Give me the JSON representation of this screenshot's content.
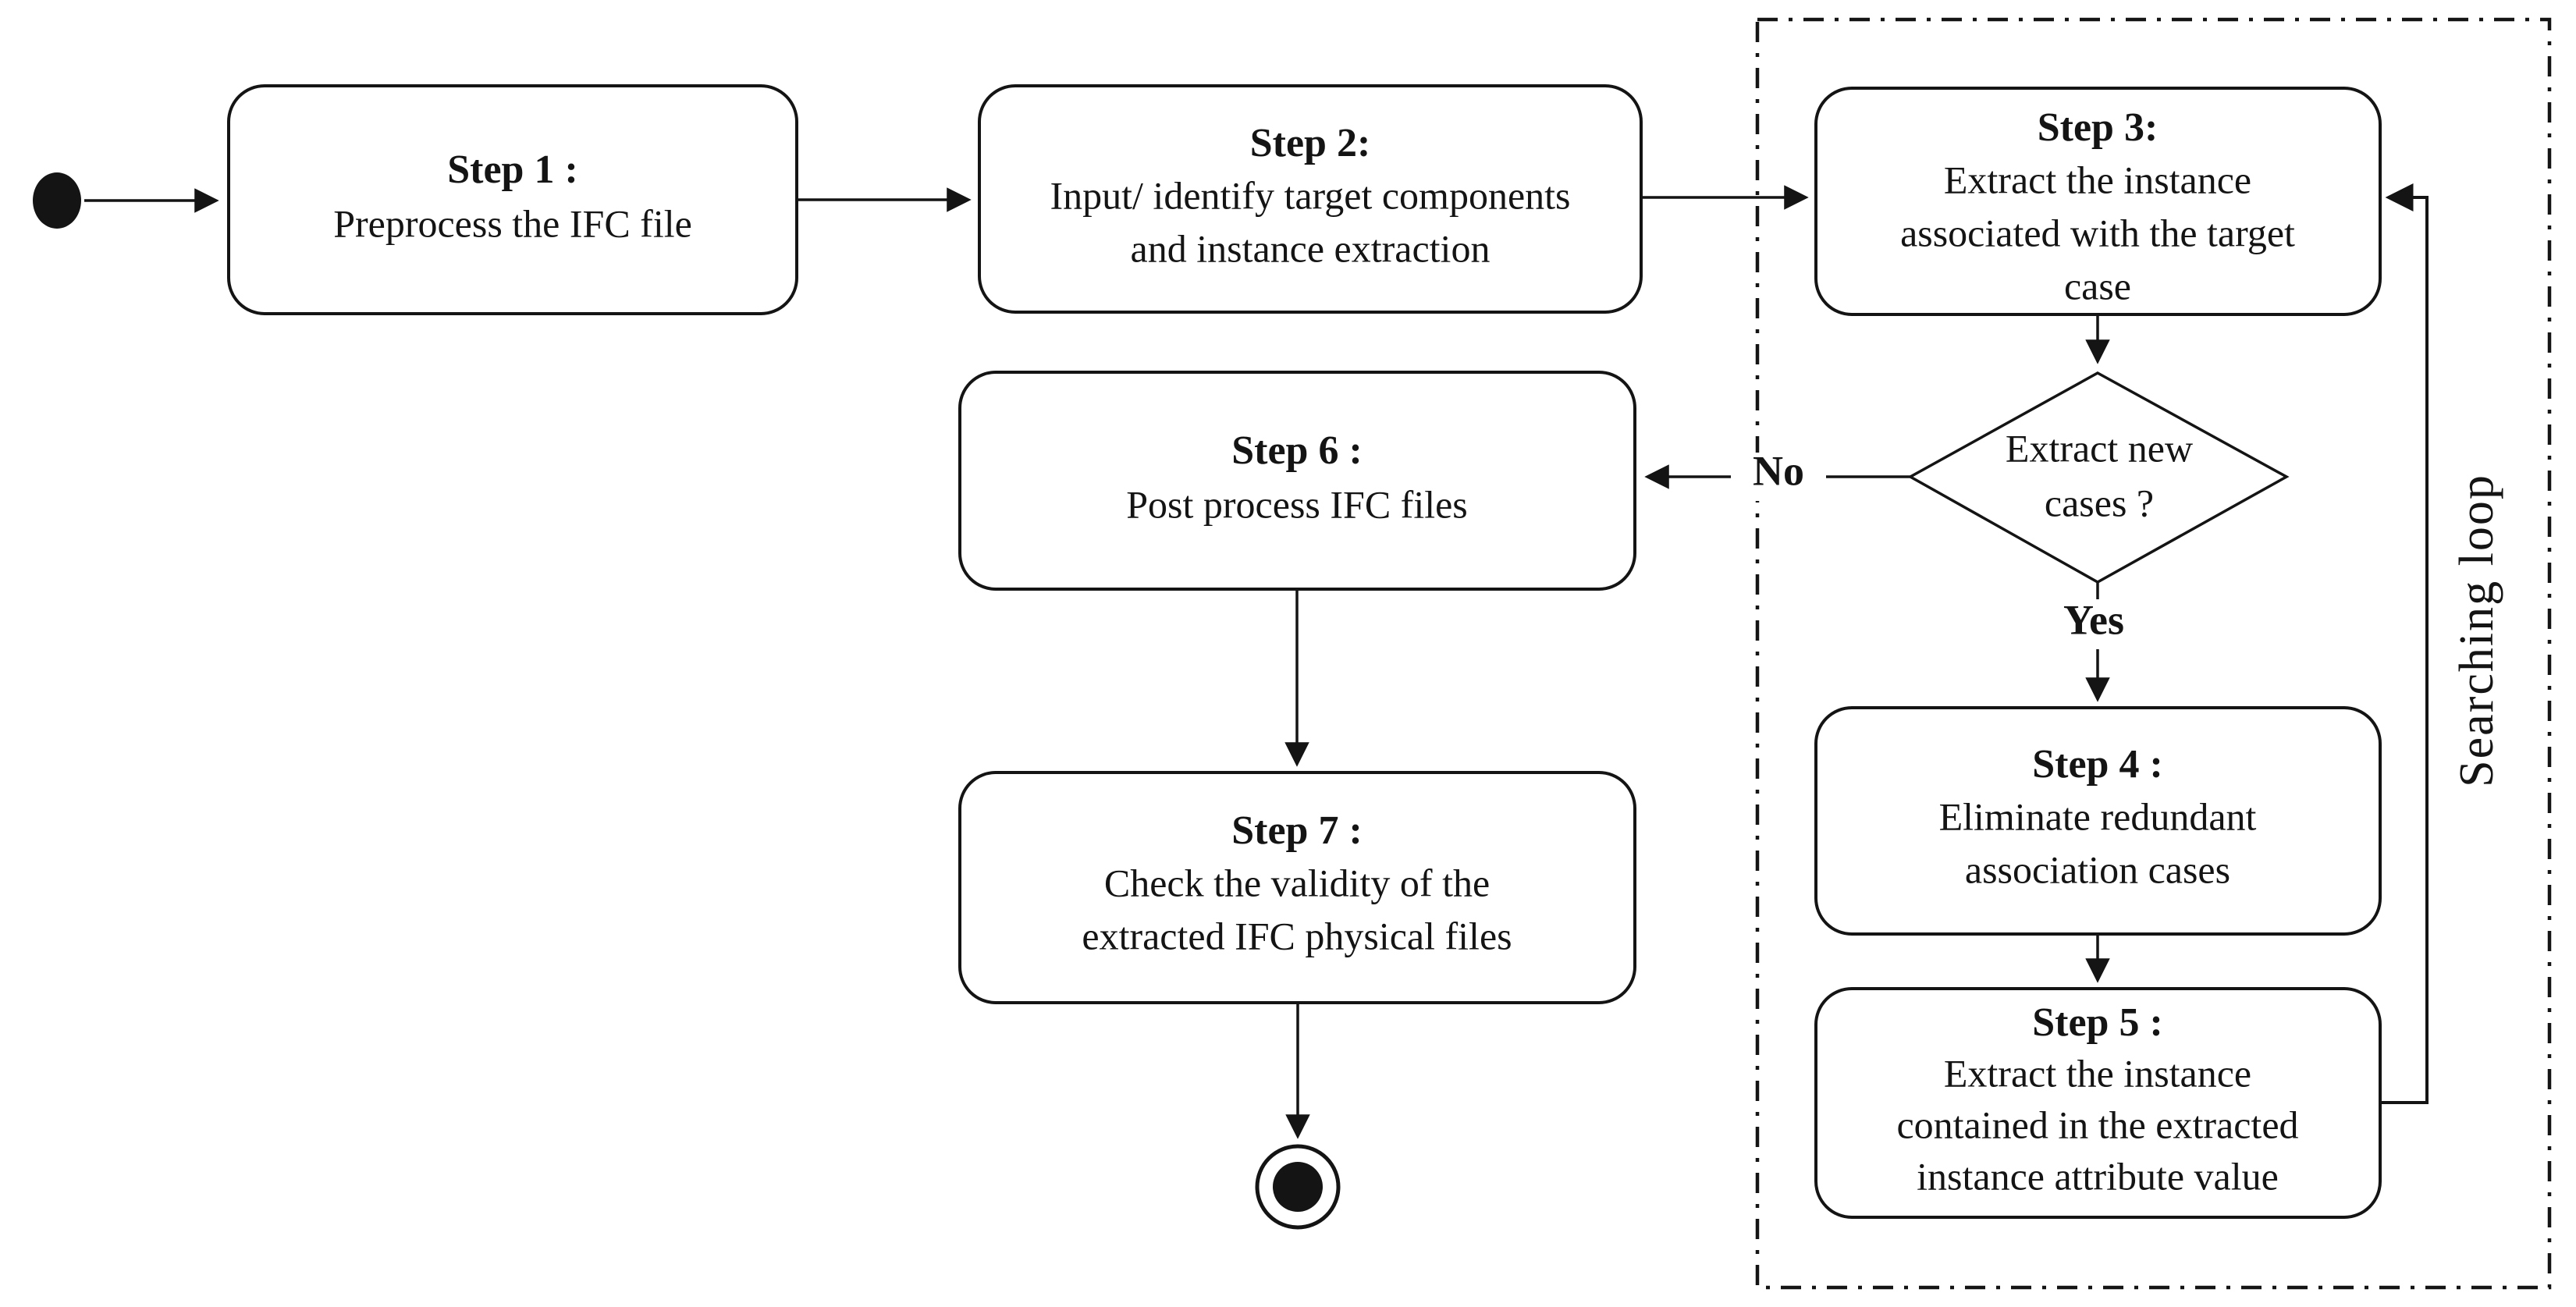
{
  "nodes": {
    "step1": {
      "title": "Step 1 :",
      "lines": [
        "Preprocess the IFC file"
      ]
    },
    "step2": {
      "title": "Step 2:",
      "lines": [
        "Input/ identify target components",
        "and instance extraction"
      ]
    },
    "step3": {
      "title": "Step 3:",
      "lines": [
        "Extract the instance",
        "associated with the target",
        "case"
      ]
    },
    "decision": {
      "lines": [
        "Extract new",
        "cases ?"
      ]
    },
    "step4": {
      "title": "Step 4 :",
      "lines": [
        "Eliminate redundant",
        "association cases"
      ]
    },
    "step5": {
      "title": "Step 5 :",
      "lines": [
        "Extract the instance",
        "contained in the extracted",
        "instance attribute value"
      ]
    },
    "step6": {
      "title": "Step 6 :",
      "lines": [
        "Post process IFC files"
      ]
    },
    "step7": {
      "title": "Step 7 :",
      "lines": [
        "Check the validity of the",
        "extracted IFC physical files"
      ]
    }
  },
  "labels": {
    "yes": "Yes",
    "no": "No",
    "loop_region": "Searching  loop"
  },
  "colors": {
    "stroke": "#141414",
    "background": "#ffffff"
  }
}
